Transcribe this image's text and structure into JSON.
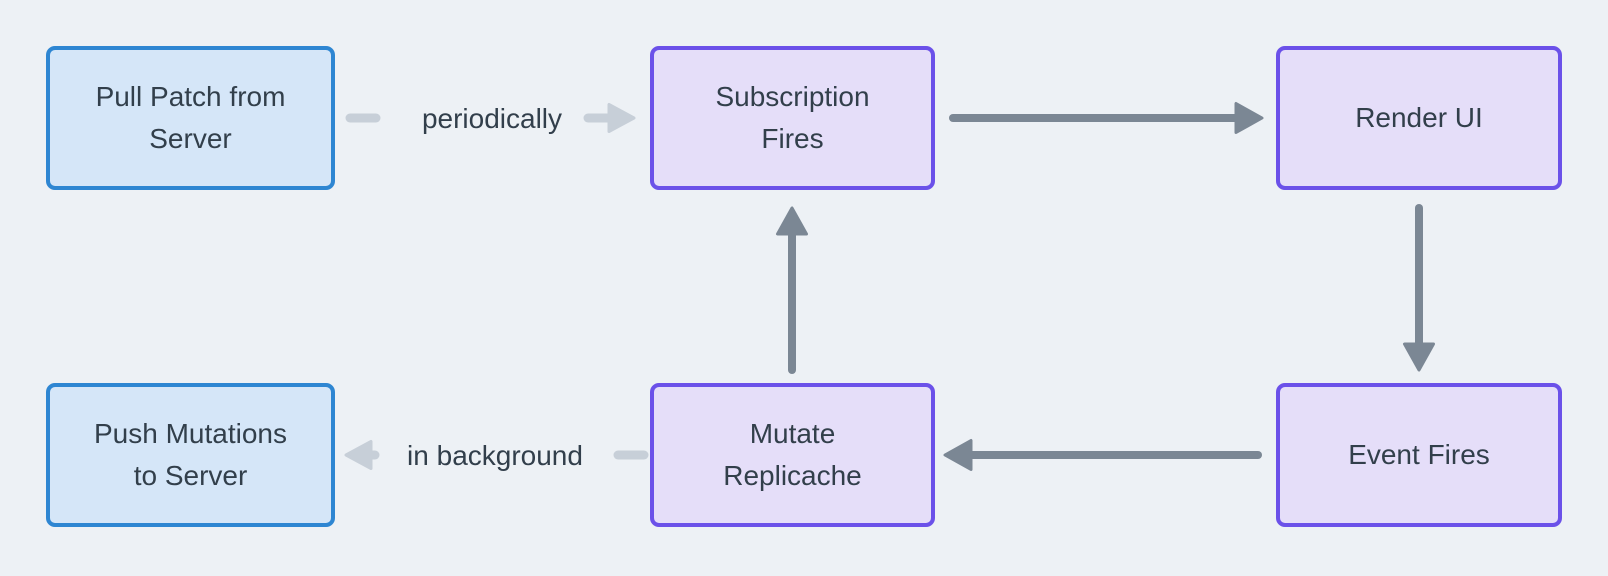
{
  "diagram": {
    "colors": {
      "background": "#edf1f5",
      "server_node_fill": "#d5e6f8",
      "server_node_border": "#2e86d2",
      "client_node_fill": "#e5def9",
      "client_node_border": "#6b51e9",
      "main_arrow": "#7b8794",
      "sync_arrow": "#c7cfd8",
      "text": "#323f4b"
    },
    "nodes": [
      {
        "id": "pull-patch",
        "label": "Pull Patch from\nServer",
        "kind": "server"
      },
      {
        "id": "subscription-fires",
        "label": "Subscription\nFires",
        "kind": "client"
      },
      {
        "id": "render-ui",
        "label": "Render UI",
        "kind": "client"
      },
      {
        "id": "push-mutations",
        "label": "Push Mutations\nto Server",
        "kind": "server"
      },
      {
        "id": "mutate-replicache",
        "label": "Mutate\nReplicache",
        "kind": "client"
      },
      {
        "id": "event-fires",
        "label": "Event Fires",
        "kind": "client"
      }
    ],
    "edges": [
      {
        "from": "Pull Patch from Server",
        "to": "Subscription Fires",
        "label": "periodically",
        "style": "light"
      },
      {
        "from": "Subscription Fires",
        "to": "Render UI",
        "label": "",
        "style": "dark"
      },
      {
        "from": "Render UI",
        "to": "Event Fires",
        "label": "",
        "style": "dark"
      },
      {
        "from": "Event Fires",
        "to": "Mutate Replicache",
        "label": "",
        "style": "dark"
      },
      {
        "from": "Mutate Replicache",
        "to": "Subscription Fires",
        "label": "",
        "style": "dark"
      },
      {
        "from": "Mutate Replicache",
        "to": "Push Mutations to Server",
        "label": "in background",
        "style": "light"
      }
    ]
  }
}
